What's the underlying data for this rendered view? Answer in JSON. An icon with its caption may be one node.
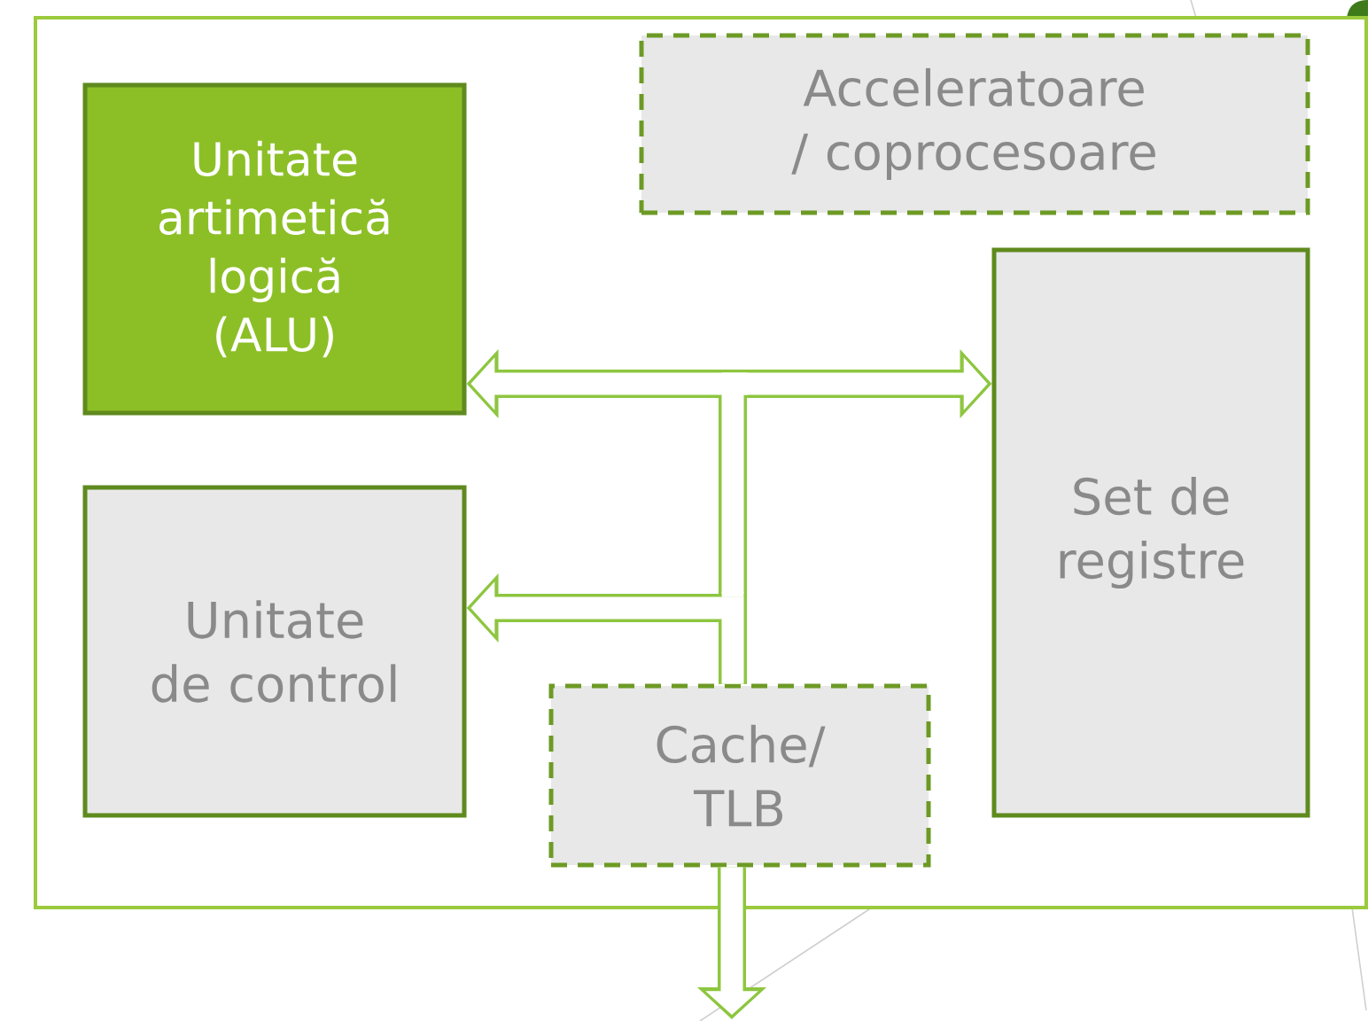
{
  "diagram": {
    "nodes": [
      {
        "text": [],
        "shape": "box"
      },
      {
        "text": [
          "Unitate artimetică logică (ALU)"
        ],
        "in": 0
      },
      {
        "text": [
          "Acceleratoare / coprocesoare"
        ],
        "in": 0
      },
      {
        "text": [
          "Set de registre"
        ],
        "in": 0
      },
      {
        "text": [
          "Unitate de control"
        ],
        "in": 0
      },
      {
        "text": [
          "Cache/ TLB"
        ],
        "in": 0
      }
    ],
    "edges": [
      {
        "from": 5,
        "to": 1,
        "arrow": "to"
      },
      {
        "from": 5,
        "to": 3,
        "arrow": "to"
      },
      {
        "from": 5,
        "to": 4,
        "arrow": "to"
      },
      {
        "from": 5,
        "to": null,
        "arrow": "to"
      }
    ]
  }
}
